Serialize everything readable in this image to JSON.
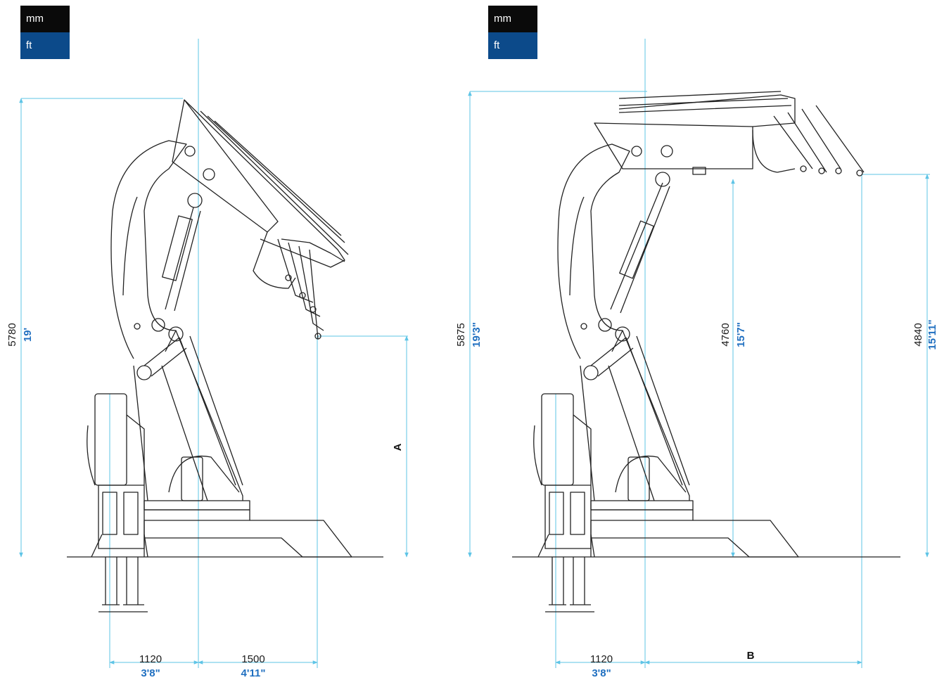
{
  "units": {
    "mm_label": "mm",
    "ft_label": "ft",
    "mm_color": "#0a0a0a",
    "ft_color": "#0c4a8a"
  },
  "colors": {
    "dimension_line": "#5ec4e6",
    "drawing_line": "#222222",
    "imperial_text": "#1f6fc0"
  },
  "left_view": {
    "height_mm": "5780",
    "height_ft": "19'",
    "reach_label": "A",
    "width1_mm": "1120",
    "width1_ft": "3'8\"",
    "width2_mm": "1500",
    "width2_ft": "4'11\""
  },
  "right_view": {
    "height_mm": "5875",
    "height_ft": "19'3\"",
    "mid_mm": "4760",
    "mid_ft": "15'7\"",
    "tip_mm": "4840",
    "tip_ft": "15'11\"",
    "width1_mm": "1120",
    "width1_ft": "3'8\"",
    "reach_label": "B"
  }
}
